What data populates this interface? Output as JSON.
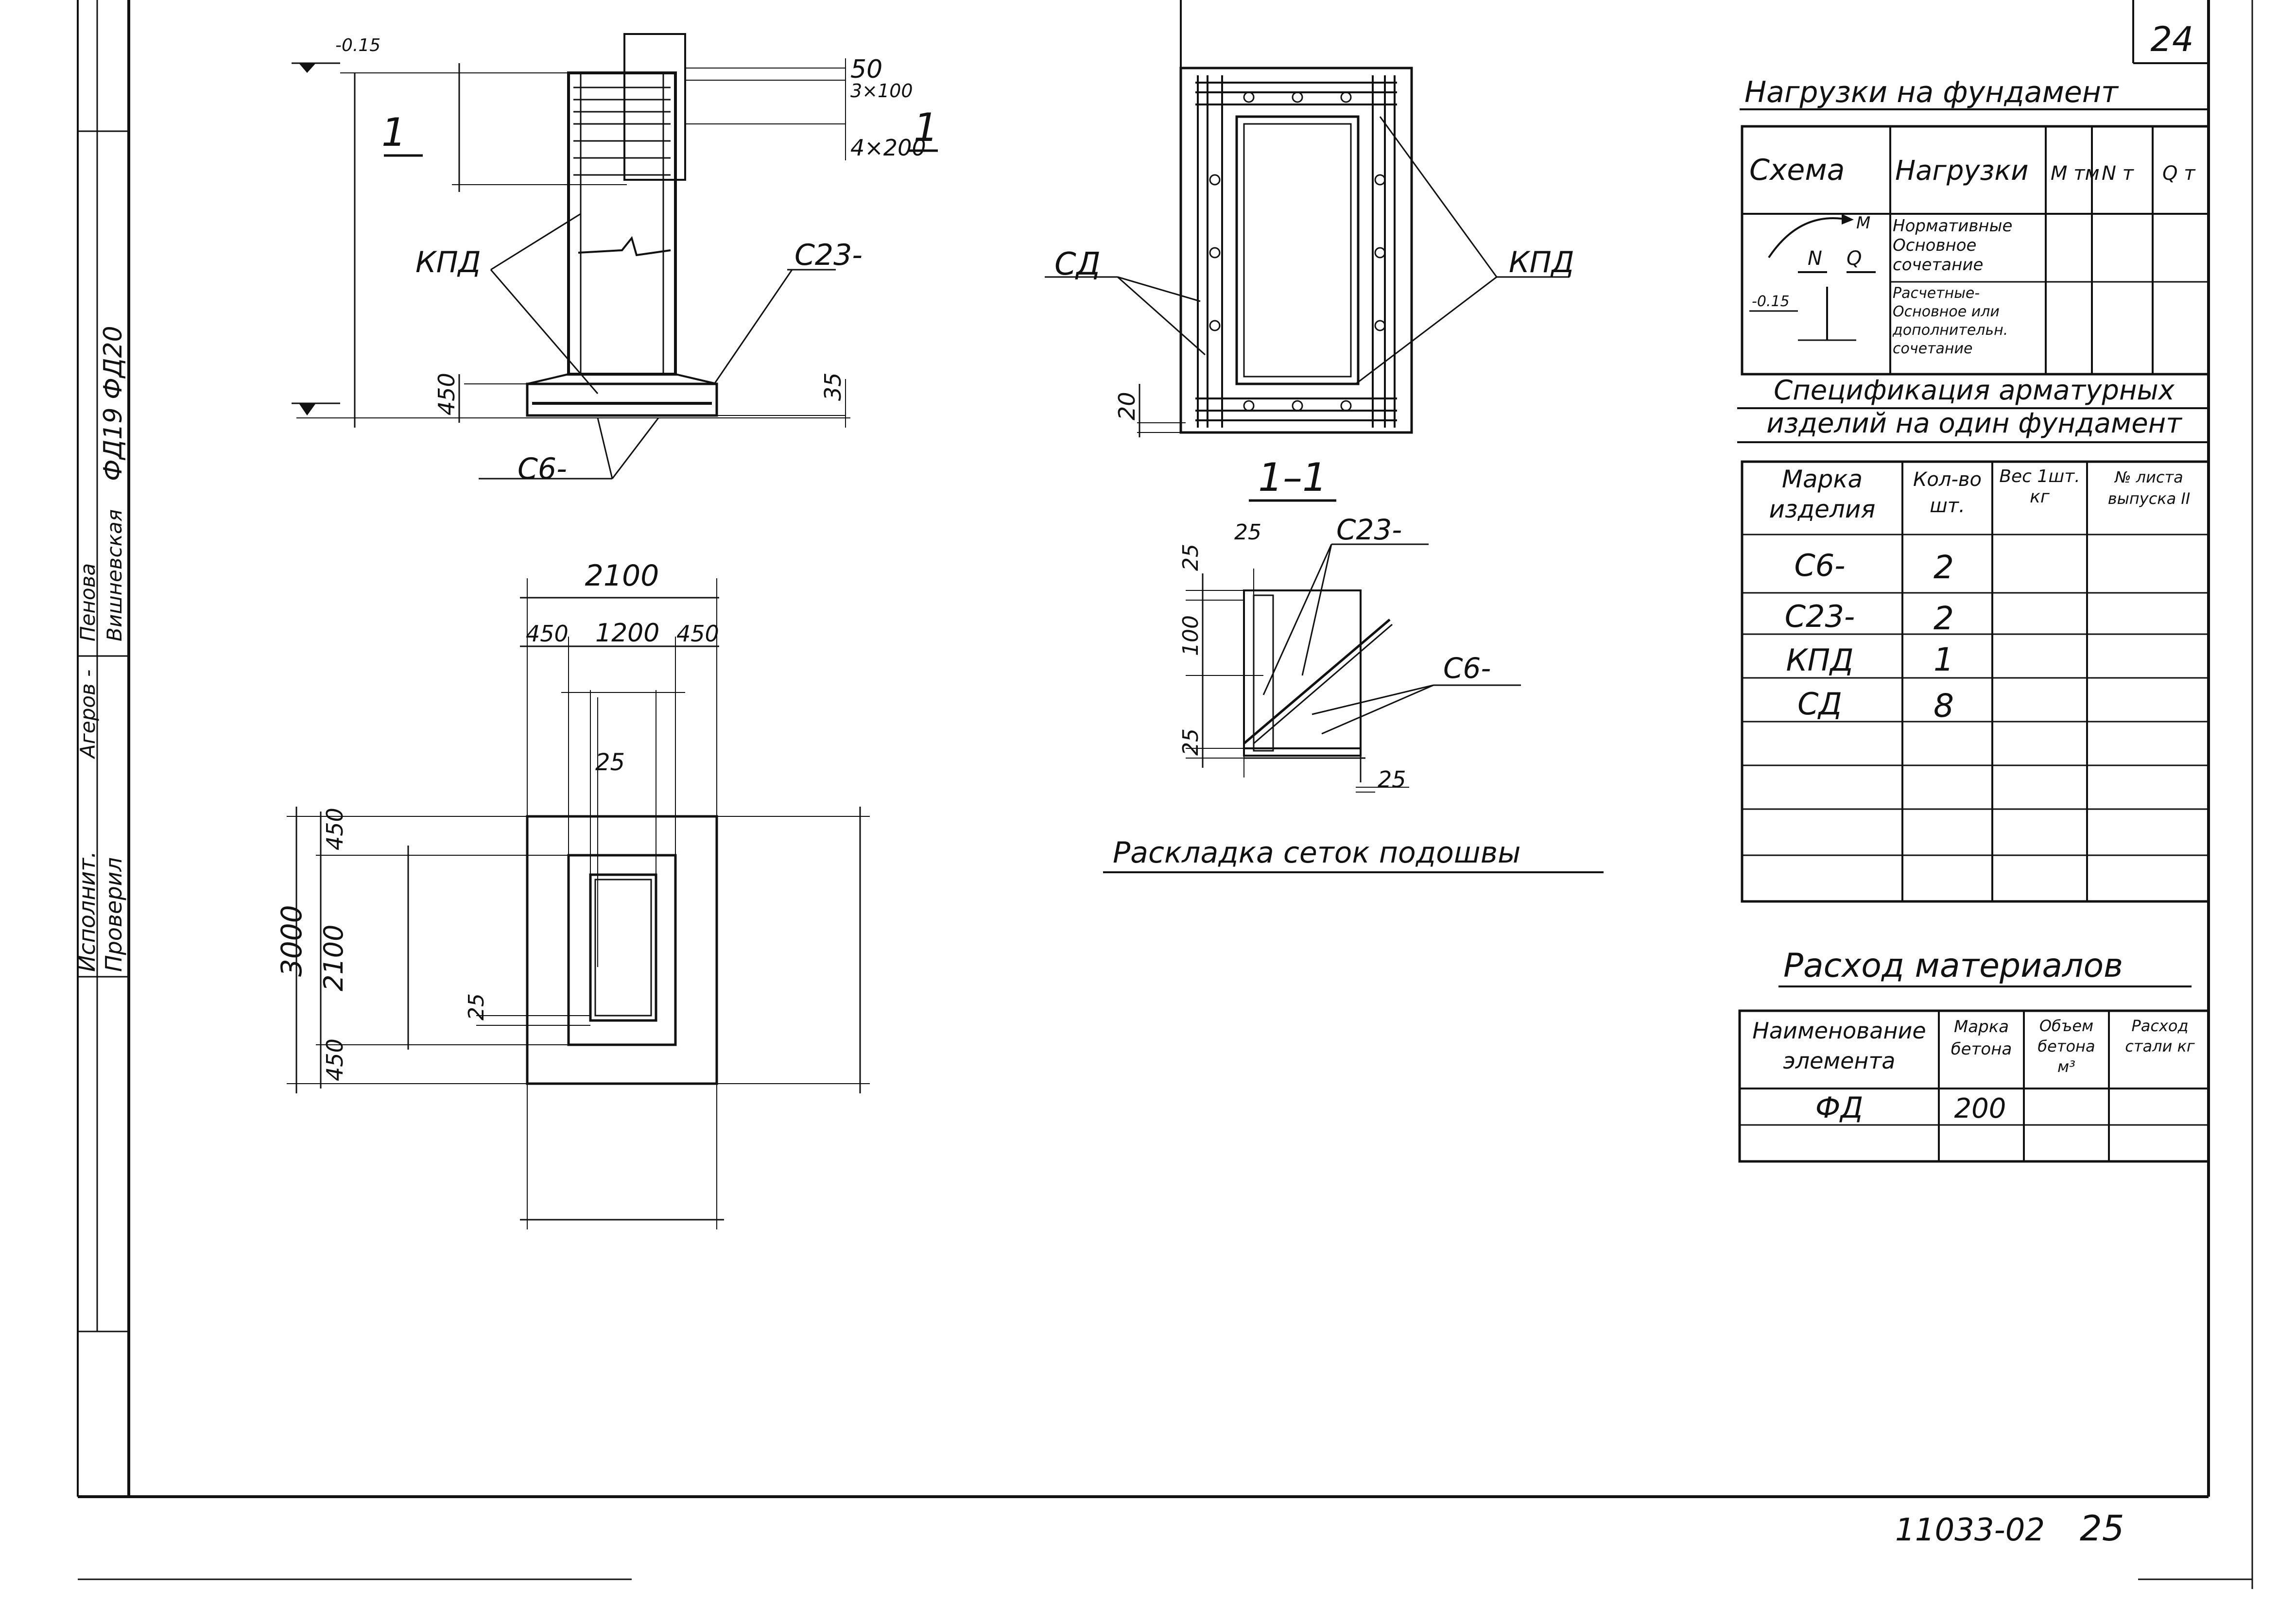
{
  "sheet": {
    "sheet_number": "24",
    "doc_code": "11033-02",
    "page": "25"
  },
  "title_block": {
    "marks": "ФД19 ФД20",
    "performed": "Исполнит.",
    "checked": "Проверил",
    "sign1": "Агеров -",
    "sign2": "Пенова",
    "sign3": "Вишневская"
  },
  "section_view": {
    "label": "1",
    "section_mark": "1",
    "dim_50": "50",
    "dim_3x100": "3×100",
    "dim_4x200": "4×200",
    "dim_450": "450",
    "dim_35": "35",
    "kpd": "КПД",
    "c23": "С23-",
    "c6": "С6-",
    "elev": "-0.15"
  },
  "plan_view": {
    "dim_2100_top": "2100",
    "dim_450a": "450",
    "dim_1200": "1200",
    "dim_450b": "450",
    "dim_25a": "25",
    "dim_3000": "3000",
    "dim_450c": "450",
    "dim_2100_side": "2100",
    "dim_450d": "450",
    "dim_25b": "25"
  },
  "mesh_view": {
    "cd": "СД",
    "kpd": "КПД",
    "dim_20": "20"
  },
  "detail_view": {
    "title": "1–1",
    "c23": "С23-",
    "c6": "С6-",
    "dim_25_top": "25",
    "dim_25_left": "25",
    "dim_100": "100",
    "dim_25_bottom": "25",
    "dim_25_right": "25",
    "caption": "Раскладка сеток подошвы"
  },
  "loads_table": {
    "title": "Нагрузки на фундамент",
    "headers": [
      "Схема",
      "Нагрузки",
      "M тм",
      "N т",
      "Q т"
    ],
    "rows": [
      [
        "Нормативные Основное сочетание"
      ],
      [
        "Расчетные-Основное или дополнительн. сочетание"
      ]
    ],
    "scheme_labels": {
      "m": "M",
      "n": "N",
      "q": "Q",
      "elev": "-0.15"
    }
  },
  "spec_table": {
    "title": "Спецификация арматурных изделий на один фундамент",
    "headers": [
      "Марка изделия",
      "Кол-во шт.",
      "Вес 1шт. кг",
      "№ листа выпуска II"
    ],
    "rows": [
      [
        "С6-",
        "2"
      ],
      [
        "С23-",
        "2"
      ],
      [
        "КПД",
        "1"
      ],
      [
        "СД",
        "8"
      ]
    ]
  },
  "materials_table": {
    "title": "Расход материалов",
    "headers": [
      "Наименование элемента",
      "Марка бетона",
      "Объем бетона м³",
      "Расход стали кг"
    ],
    "rows": [
      [
        "ФД",
        "200"
      ]
    ]
  }
}
